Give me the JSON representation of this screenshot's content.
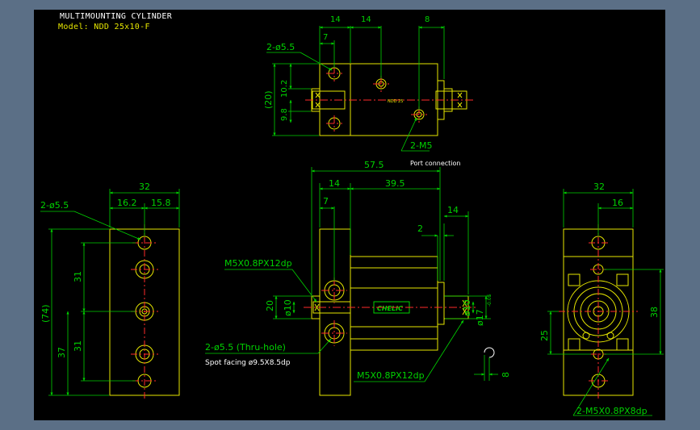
{
  "title": {
    "line1": "MULTIMOUNTING CYLINDER",
    "line2": "Model: NDD 25x10-F"
  },
  "colors": {
    "background": "#5b6f86",
    "canvas": "#000000",
    "outline": "#e6e600",
    "dimension": "#00d200",
    "center": "#ff2a2a",
    "text": "#ffffff"
  },
  "top_view": {
    "dim_14a": "14",
    "dim_14b": "14",
    "dim_8": "8",
    "dim_7": "7",
    "hole": "2-ø5.5",
    "dim_20": "(20)",
    "dim_10_2": "10.2",
    "dim_9_8": "9.8",
    "port": "2-M5",
    "port_note": "Port connection"
  },
  "left_view": {
    "dim_32": "32",
    "dim_16_2": "16.2",
    "dim_15_8": "15.8",
    "hole": "2-ø5.5",
    "dim_74": "(74)",
    "dim_31a": "31",
    "dim_31b": "31",
    "dim_37": "37"
  },
  "front_view": {
    "dim_57_5": "57.5",
    "dim_14": "14",
    "dim_39_5": "39.5",
    "dim_7": "7",
    "dim_14b": "14",
    "dim_2": "2",
    "thread": "M5X0.8PX12dp",
    "dim_20": "20",
    "dim_d10": "ø10",
    "dim_d10b": "ø10",
    "dim_d17": "ø17",
    "tol_d17": "-0.05",
    "hole_note": "2-ø5.5 (Thru-hole)",
    "spot_note": "Spot facing  ø9.5X8.5dp",
    "thread_b": "M5X0.8PX12dp",
    "dim_8": "8",
    "brand": "CHELIC"
  },
  "right_view": {
    "dim_32": "32",
    "dim_16": "16",
    "dim_38": "38",
    "dim_25": "25",
    "thread": "2-M5X0.8PX8dp"
  }
}
